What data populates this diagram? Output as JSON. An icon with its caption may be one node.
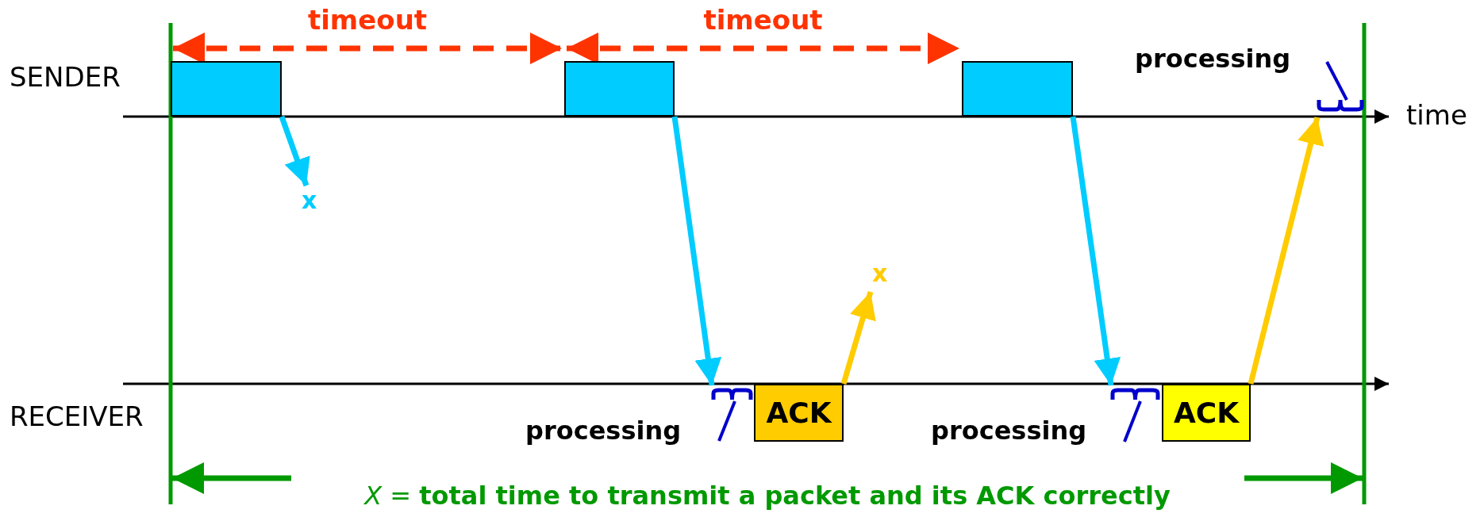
{
  "diagram": {
    "nodes": [
      {
        "text": [],
        "shape": "box"
      },
      {
        "text": [],
        "shape": "box"
      },
      {
        "text": [],
        "shape": "box"
      },
      {
        "text": [
          "x"
        ]
      },
      {
        "text": [
          "ACK"
        ]
      },
      {
        "text": [
          "x"
        ]
      },
      {
        "text": [
          "ACK"
        ]
      },
      {
        "text": [
          "processing"
        ]
      },
      {
        "text": [],
        "shape": "brace"
      },
      {
        "text": [
          "processing"
        ]
      },
      {
        "text": [],
        "shape": "brace"
      },
      {
        "text": [
          "processing"
        ]
      },
      {
        "text": [],
        "shape": "brace"
      }
    ],
    "edges": [
      {
        "from": 0,
        "to": 3,
        "arrow": "to",
        "color": "#00ccff"
      },
      {
        "from": 1,
        "to": 8,
        "arrow": "to",
        "color": "#00ccff"
      },
      {
        "from": 4,
        "to": 5,
        "arrow": "to",
        "color": "#ffcc00"
      },
      {
        "from": 2,
        "to": 10,
        "arrow": "to",
        "color": "#00ccff"
      },
      {
        "from": 6,
        "to": 12,
        "arrow": "to",
        "color": "#ffcc00"
      },
      {
        "from": 7,
        "to": 8,
        "arrow": "none",
        "color": "#0000cc"
      },
      {
        "from": 9,
        "to": 10,
        "arrow": "none",
        "color": "#0000cc"
      },
      {
        "from": 11,
        "to": 12,
        "arrow": "none",
        "color": "#0000cc"
      },
      {
        "from": 0,
        "to": 1,
        "arrow": "both",
        "style": "dashed",
        "color": "#ff3300",
        "label": "timeout"
      },
      {
        "from": 1,
        "to": 2,
        "arrow": "both",
        "style": "dashed",
        "color": "#ff3300",
        "label": "timeout"
      }
    ],
    "labels": [
      "SENDER",
      "time",
      "RECEIVER",
      "*X* = **total time to transmit a packet and its ACK correctly**"
    ]
  }
}
